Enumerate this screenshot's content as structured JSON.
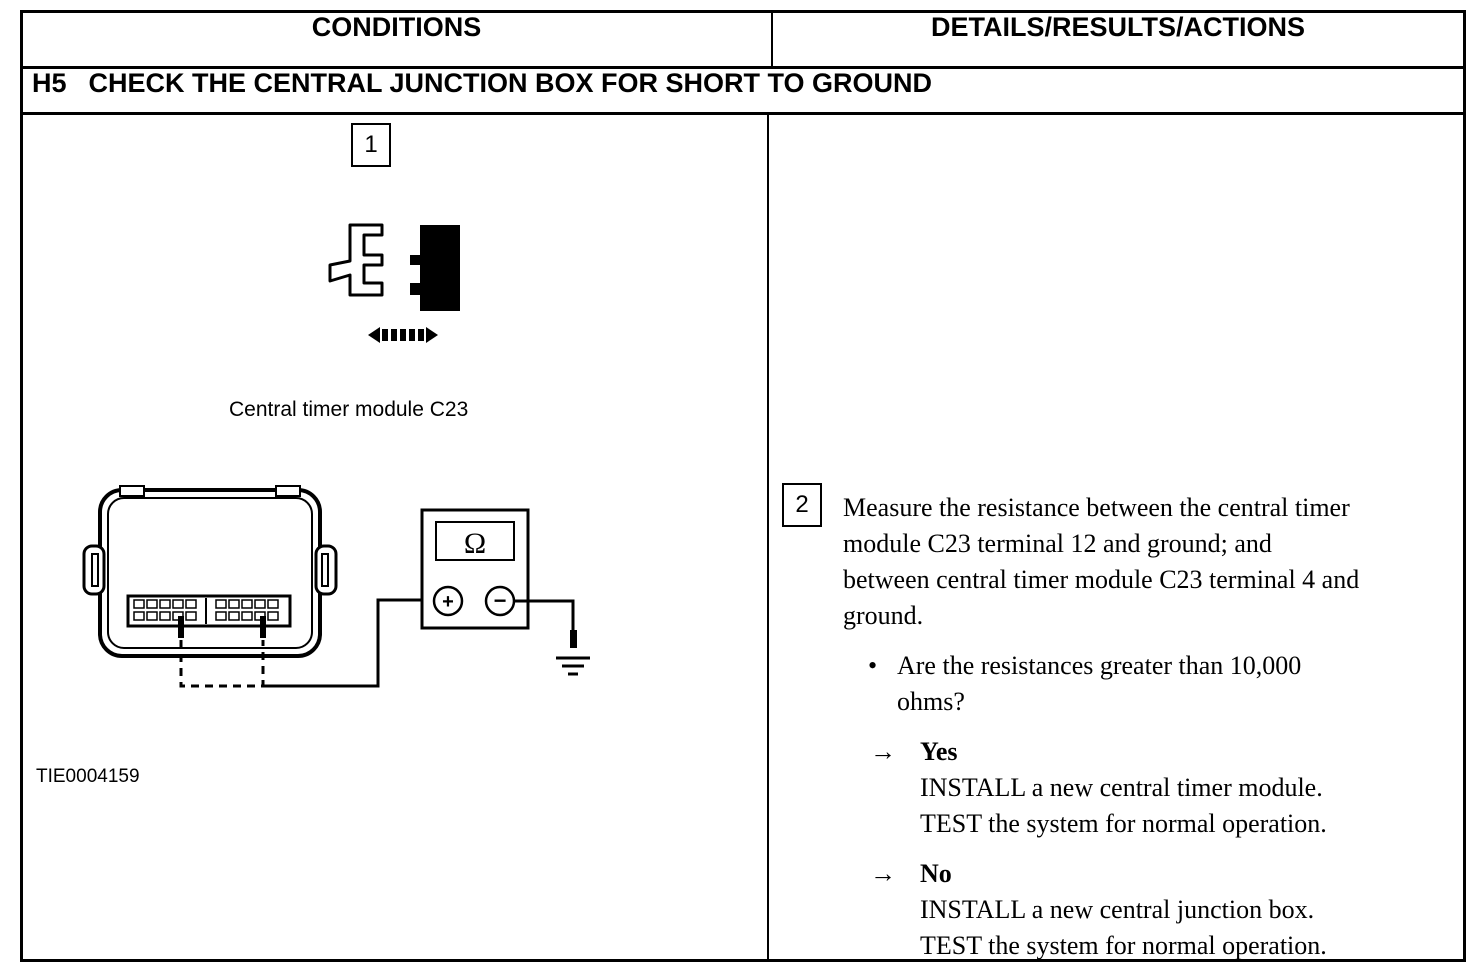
{
  "table": {
    "col_conditions": "CONDITIONS",
    "col_details": "DETAILS/RESULTS/ACTIONS",
    "step_number": "H5",
    "step_title": "CHECK THE CENTRAL JUNCTION BOX FOR SHORT TO GROUND"
  },
  "left": {
    "step1_number": "1",
    "connector_caption": "Central timer module C23",
    "meter_symbol": "Ω",
    "meter_plus": "+",
    "meter_minus": "−",
    "figure_id": "TIE0004159"
  },
  "right": {
    "step2_number": "2",
    "instruction_lines": [
      "Measure the resistance between the central timer",
      "module C23 terminal 12 and ground; and",
      "between central timer module C23 terminal 4 and",
      "ground."
    ],
    "bullet_char": "•",
    "question_lines": [
      "Are the resistances greater than 10,000",
      "ohms?"
    ],
    "yes": {
      "arrow": "→",
      "label": "Yes",
      "lines": [
        "INSTALL a new central timer module.",
        "TEST the system for normal operation."
      ]
    },
    "no": {
      "arrow": "→",
      "label": "No",
      "lines": [
        "INSTALL a new central junction box.",
        "TEST the system for normal operation."
      ]
    }
  },
  "icons": {
    "connector": "connector-disconnect-icon",
    "double_arrow": "double-arrow-icon",
    "module": "module-outline-icon",
    "ohmmeter": "ohmmeter-icon",
    "ground": "ground-symbol-icon"
  }
}
